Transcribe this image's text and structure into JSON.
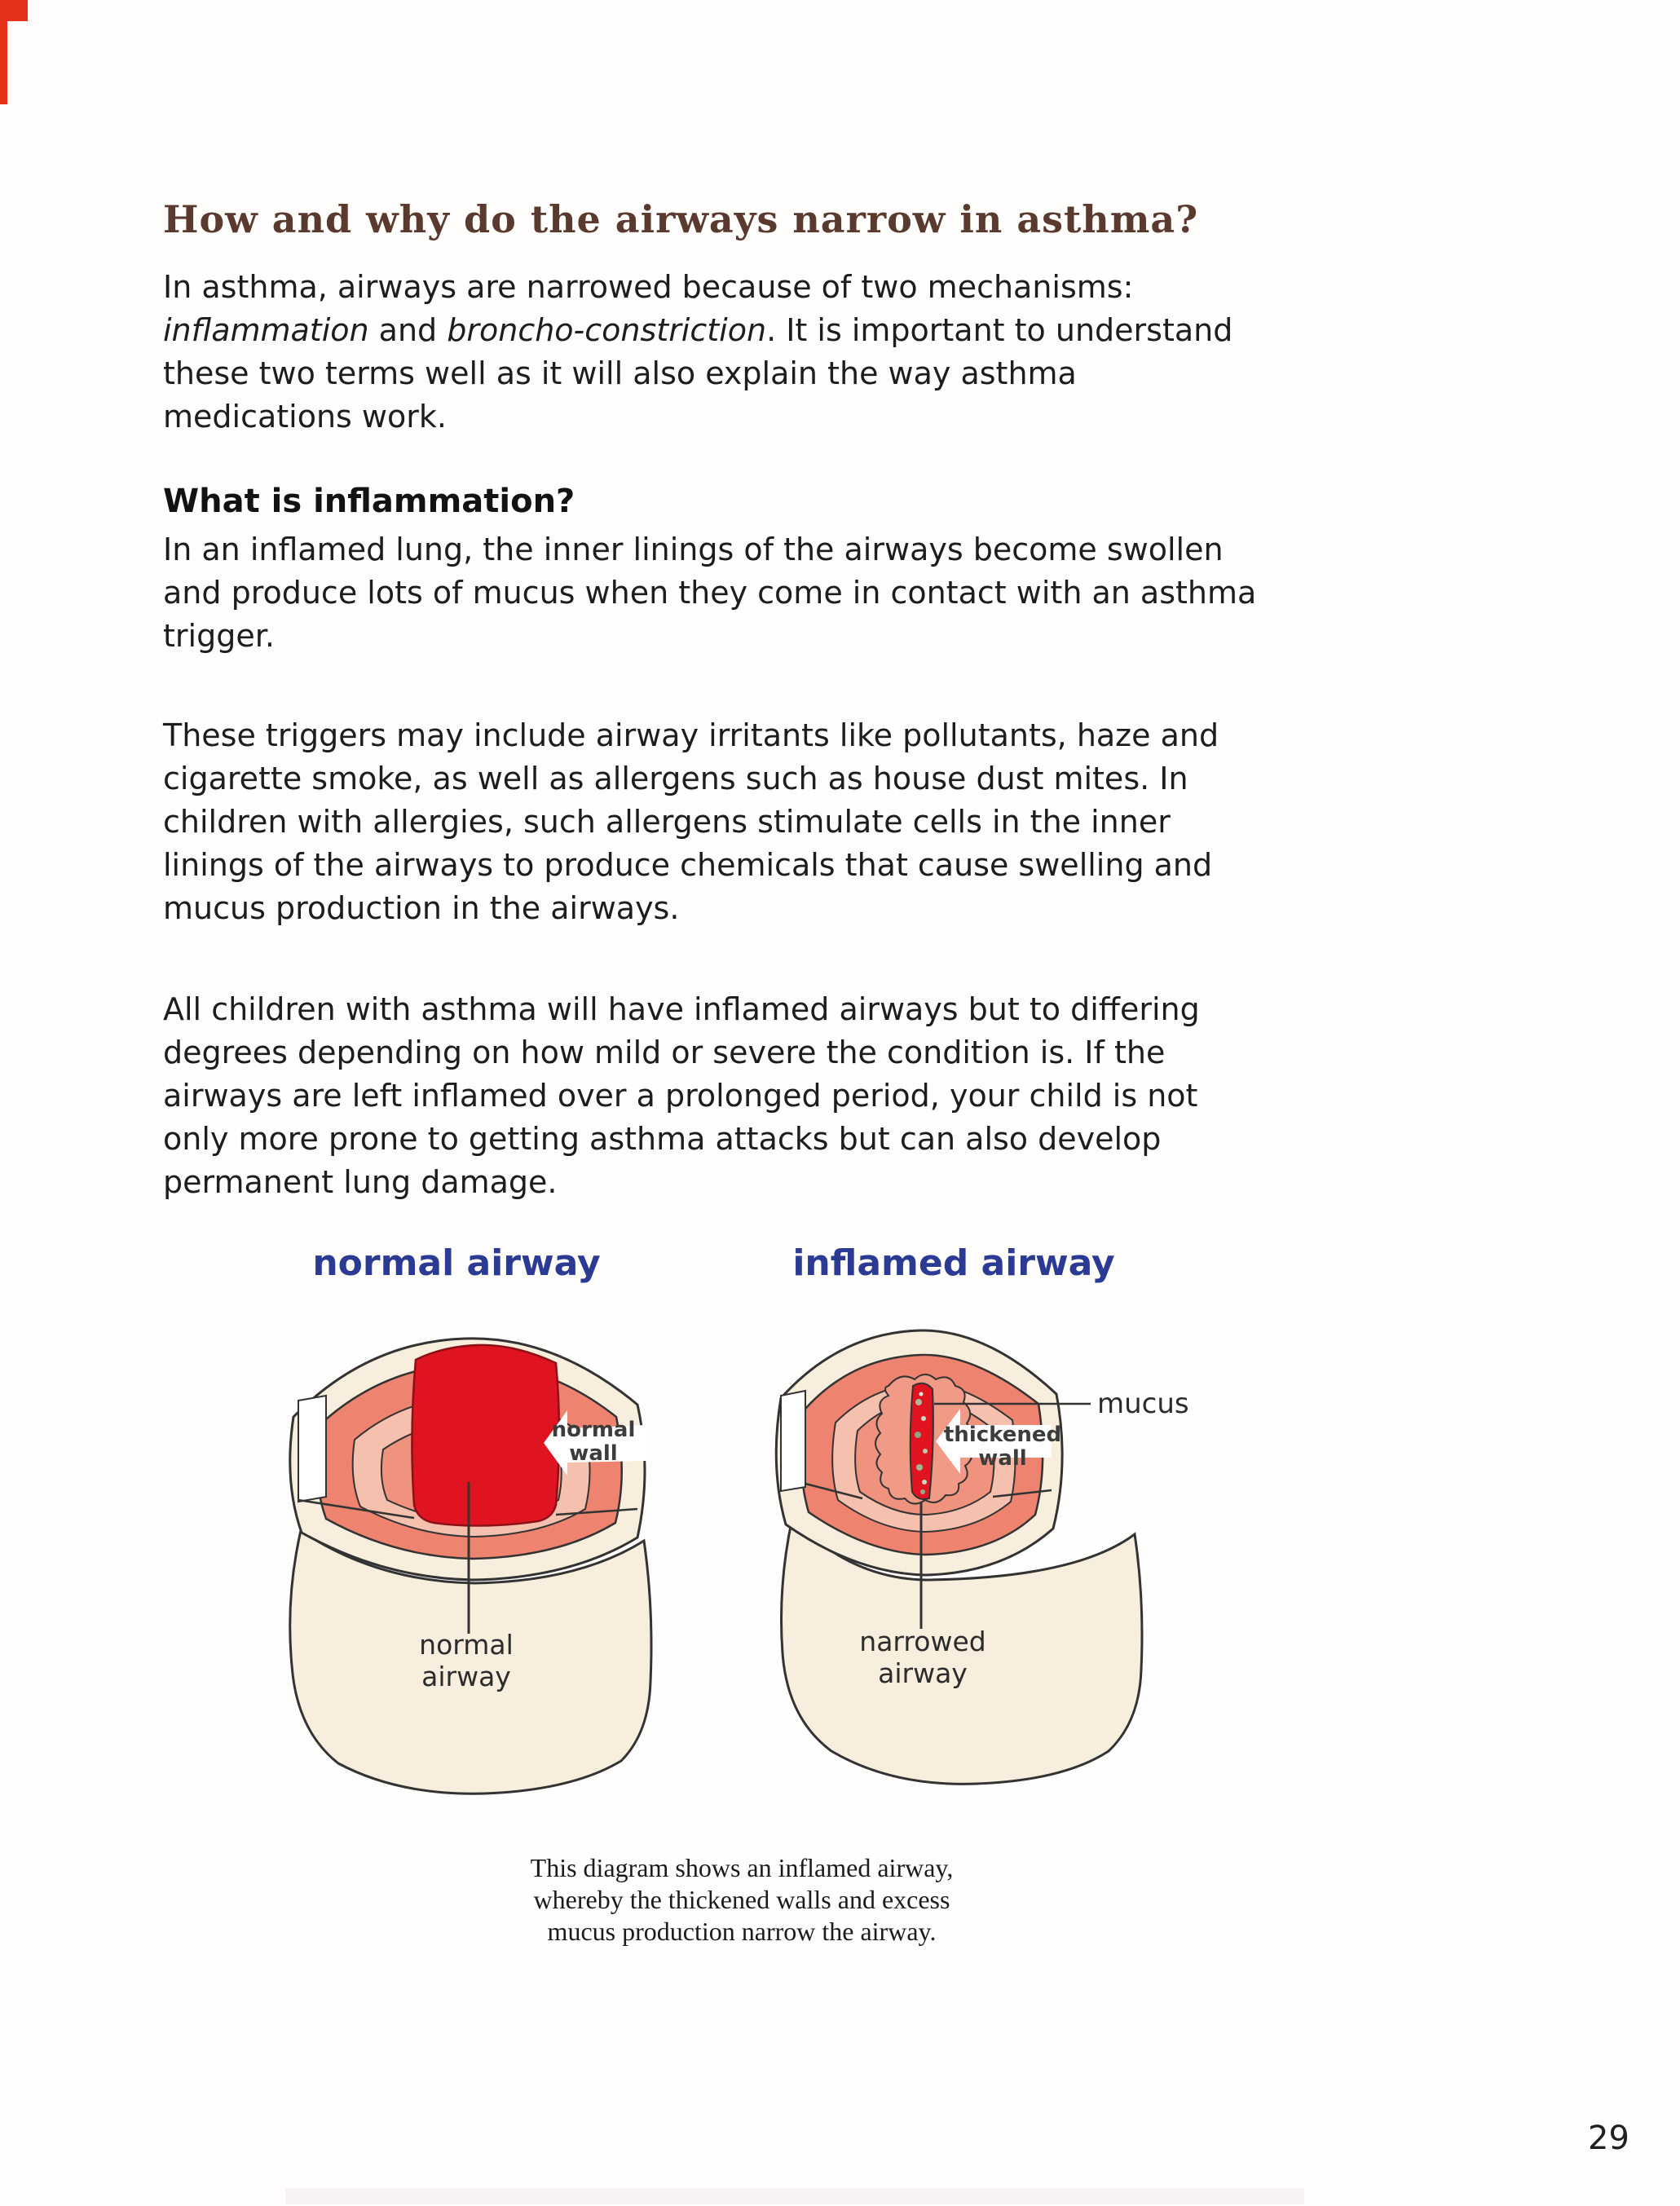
{
  "heading": "How and why do the airways narrow in asthma?",
  "intro": {
    "l1": "In asthma, airways are narrowed because of two mechanisms:",
    "l2_italic1": "inflammation",
    "l2_mid": " and ",
    "l2_italic2": "broncho-constriction",
    "l2_rest": ". It is important to understand",
    "l3": "these two terms well as it will also explain the way asthma",
    "l4": "medications work."
  },
  "inflammation_section": {
    "heading": "What is inflammation?",
    "lines": [
      "In an inflamed lung, the inner linings of the airways become swollen",
      "and produce lots of mucus when they come in contact with an asthma",
      "trigger."
    ]
  },
  "triggers_paragraph": {
    "lines": [
      "These triggers may include airway irritants like pollutants, haze and",
      "cigarette smoke, as well as allergens such as house dust mites. In",
      "children with allergies, such allergens stimulate cells in the inner",
      "linings of the airways to produce chemicals that cause swelling and",
      "mucus production in the airways."
    ]
  },
  "severity_paragraph": {
    "lines": [
      "All children with asthma will have inflamed airways but to differing",
      "degrees depending on how mild or severe the condition is. If the",
      "airways are left inflamed over a prolonged period, your child is not",
      "only more prone to getting asthma attacks but can also develop",
      "permanent lung damage."
    ]
  },
  "diagram": {
    "normal_title": "normal airway",
    "inflamed_title": "inflamed airway",
    "normal_wall": {
      "l1": "normal",
      "l2": "wall"
    },
    "normal_airway": {
      "l1": "normal",
      "l2": "airway"
    },
    "thickened_wall": {
      "l1": "thickened",
      "l2": "wall"
    },
    "mucus": "mucus",
    "narrowed_airway": {
      "l1": "narrowed",
      "l2": "airway"
    },
    "colors": {
      "cream": "#f7eedd",
      "salmon": "#ee8470",
      "pink": "#f6c0ae",
      "inner_salmon": "#f0937e",
      "squiggle": "#f19a86",
      "lumen_red": "#df1420",
      "outline": "#333333",
      "title_blue": "#2b3a93"
    }
  },
  "caption": {
    "lines": [
      "This diagram shows an inflamed airway,",
      "whereby the thickened walls and excess",
      "mucus production narrow the airway."
    ]
  },
  "page_number": "29",
  "accent": {
    "heading_brown": "#5a3a2e",
    "corner_red": "#e63119"
  }
}
